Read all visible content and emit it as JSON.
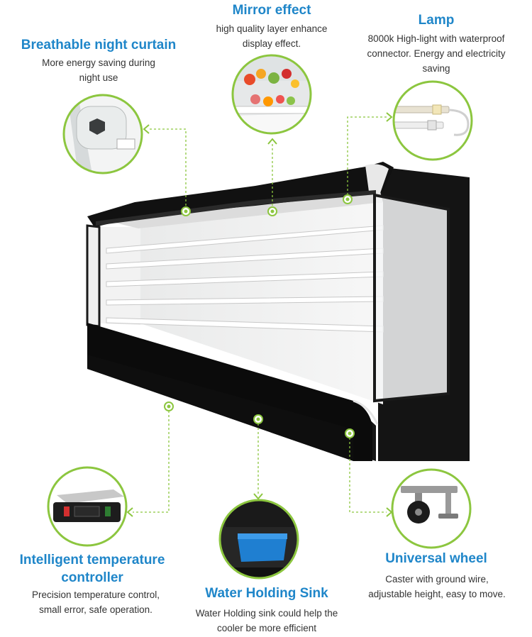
{
  "colors": {
    "accent": "#8cc63f",
    "title": "#1f86c9",
    "text": "#333333",
    "cabinet": "#151515"
  },
  "features": {
    "breathable": {
      "title": "Breathable night curtain",
      "desc_line1": "More energy saving during",
      "desc_line2": "night use",
      "icon": "night-curtain-closeup"
    },
    "mirror": {
      "title": "Mirror effect",
      "desc_line1": "high quality layer enhance",
      "desc_line2": "display effect.",
      "icon": "mirror-shelf-closeup"
    },
    "lamp": {
      "title": "Lamp",
      "desc_line1": "8000k High-light with waterproof",
      "desc_line2": "connector. Energy and electricity",
      "desc_line3": "saving",
      "icon": "led-lamp-closeup"
    },
    "controller": {
      "title_line1": "Intelligent temperature",
      "title_line2": "controller",
      "desc_line1": "Precision temperature control,",
      "desc_line2": "small error, safe operation.",
      "icon": "temperature-controller-closeup"
    },
    "sink": {
      "title": "Water Holding Sink",
      "desc_line1": "Water Holding sink could help the",
      "desc_line2": "cooler be more efficient",
      "icon": "water-sink-closeup"
    },
    "wheel": {
      "title": "Universal wheel",
      "desc_line1": "Caster with ground wire,",
      "desc_line2": "adjustable height, easy to move.",
      "icon": "caster-wheel-closeup"
    }
  }
}
